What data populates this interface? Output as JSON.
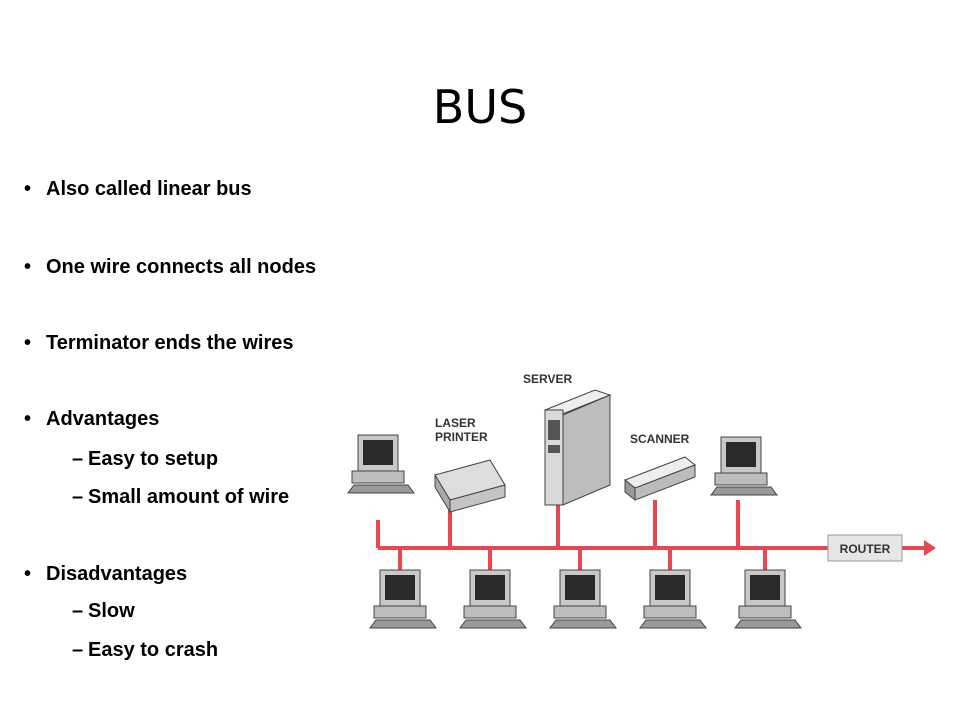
{
  "title": "BUS",
  "bullets": [
    "Also called linear bus",
    "One wire connects all nodes",
    "Terminator ends the wires",
    "Advantages",
    "Easy to setup",
    "Small amount of wire",
    "Disadvantages",
    "Slow",
    "Easy to crash"
  ],
  "diagram": {
    "server_label": "SERVER",
    "printer_label_1": "LASER",
    "printer_label_2": "PRINTER",
    "scanner_label": "SCANNER",
    "router_label": "ROUTER",
    "bus_color": "#e8474f"
  }
}
